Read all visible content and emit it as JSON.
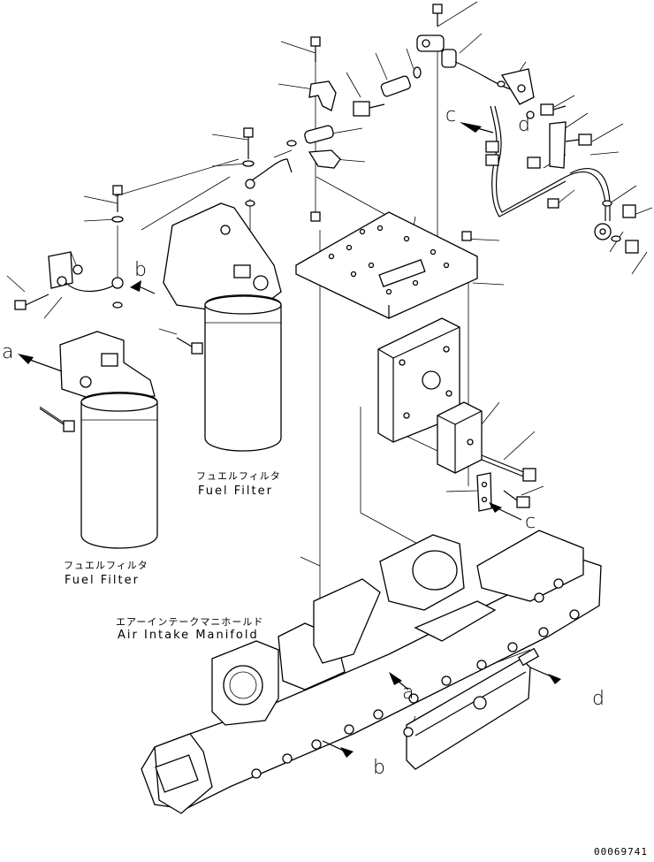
{
  "labels": {
    "fuel_filter_right_jp": "フュエルフィルタ",
    "fuel_filter_right_en": "Fuel Filter",
    "fuel_filter_left_jp": "フュエルフィルタ",
    "fuel_filter_left_en": "Fuel Filter",
    "manifold_jp": "エアーインテークマニホールド",
    "manifold_en": "Air Intake Manifold"
  },
  "callouts": {
    "a_left": "a",
    "b_top": "b",
    "c_top": "c",
    "d_top": "d",
    "c_mid": "c",
    "a_bottom": "a",
    "d_right": "d",
    "b_bottom": "b"
  },
  "drawing_number": "00069741"
}
